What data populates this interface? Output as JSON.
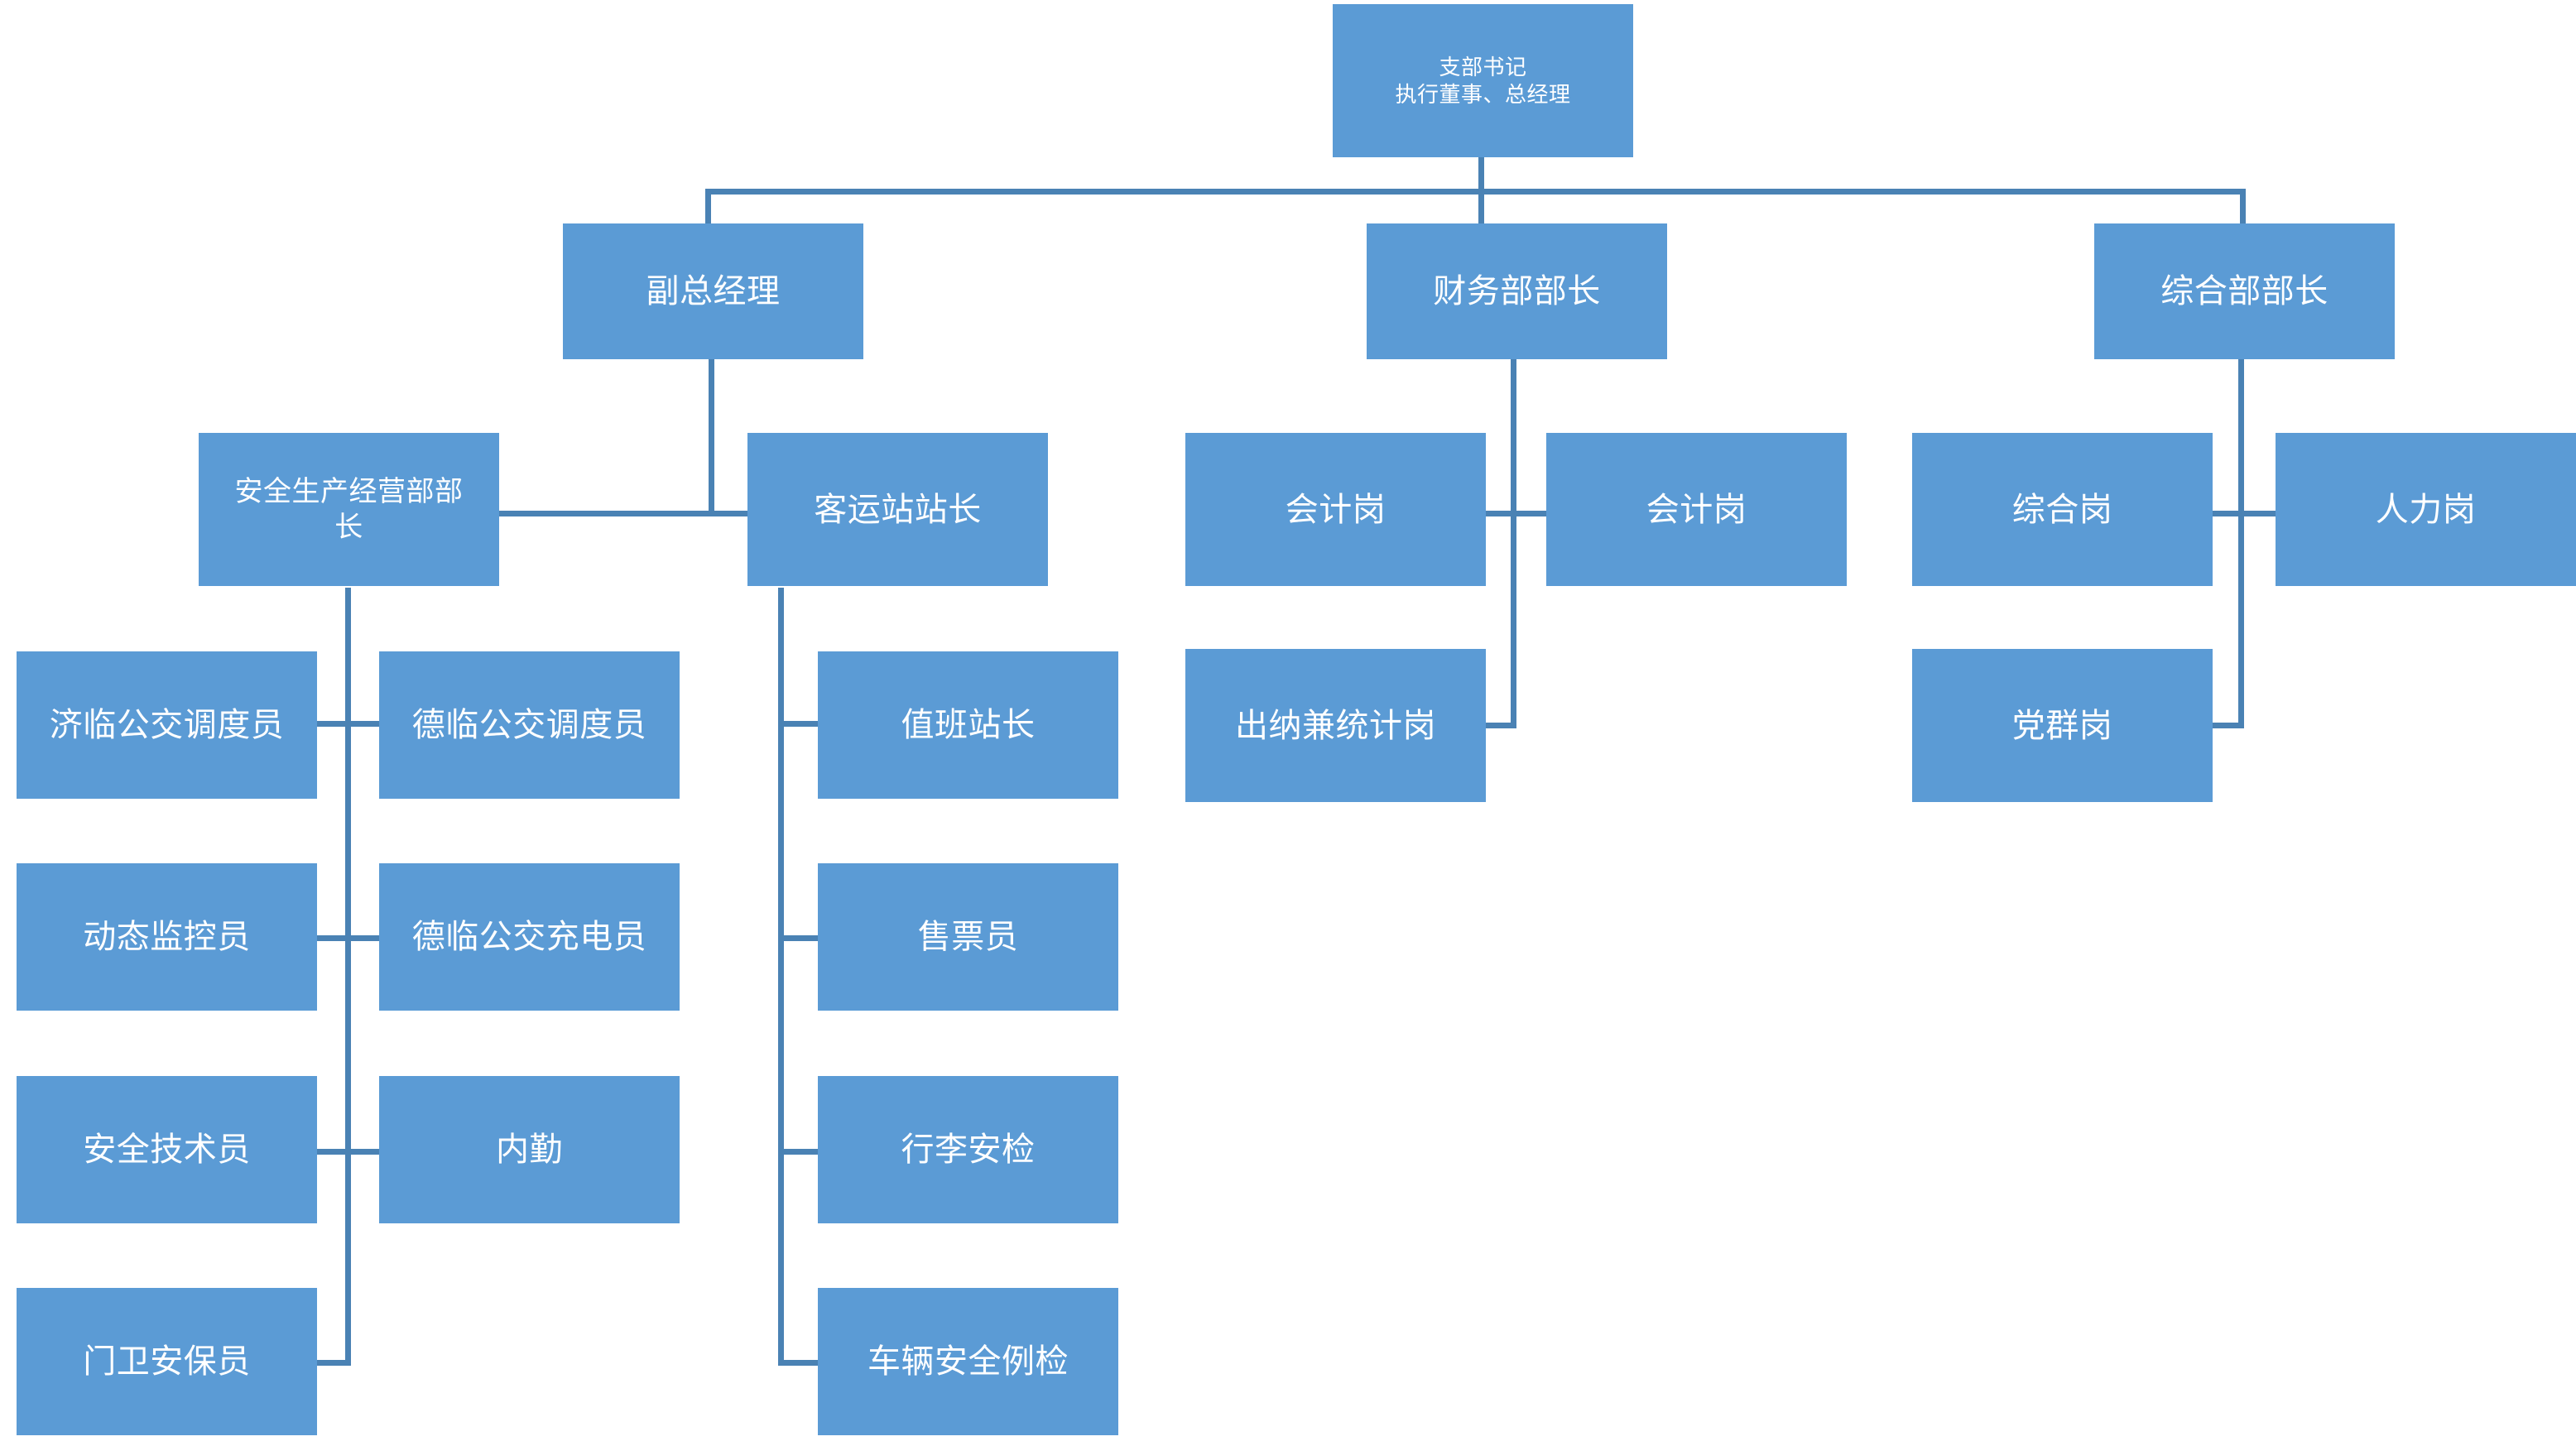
{
  "chart_data": {
    "type": "diagram",
    "diagram_kind": "organization-chart",
    "title": "",
    "colors": {
      "node_fill": "#5B9BD5",
      "node_text": "#FFFFFF",
      "connector": "#4A82B4",
      "background": "#FFFFFF"
    },
    "nodes": [
      {
        "id": "root",
        "label_line1": "支部书记",
        "label_line2": "执行董事、总经理",
        "level": 0
      },
      {
        "id": "vgm",
        "label_line1": "副总经理",
        "label_line2": "",
        "level": 1
      },
      {
        "id": "finance",
        "label_line1": "财务部部长",
        "label_line2": "",
        "level": 1
      },
      {
        "id": "general",
        "label_line1": "综合部部长",
        "label_line2": "",
        "level": 1
      },
      {
        "id": "safety",
        "label_line1": "安全生产经营部部",
        "label_line2": "长",
        "level": 2
      },
      {
        "id": "station",
        "label_line1": "客运站站长",
        "label_line2": "",
        "level": 2
      },
      {
        "id": "acct1",
        "label_line1": "会计岗",
        "label_line2": "",
        "level": 2
      },
      {
        "id": "acct2",
        "label_line1": "会计岗",
        "label_line2": "",
        "level": 2
      },
      {
        "id": "compre",
        "label_line1": "综合岗",
        "label_line2": "",
        "level": 2
      },
      {
        "id": "hr",
        "label_line1": "人力岗",
        "label_line2": "",
        "level": 2
      },
      {
        "id": "cashier",
        "label_line1": "出纳兼统计岗",
        "label_line2": "",
        "level": 3
      },
      {
        "id": "party",
        "label_line1": "党群岗",
        "label_line2": "",
        "level": 3
      },
      {
        "id": "jilin_disp",
        "label_line1": "济临公交调度员",
        "label_line2": "",
        "level": 3
      },
      {
        "id": "delin_disp",
        "label_line1": "德临公交调度员",
        "label_line2": "",
        "level": 3
      },
      {
        "id": "monitor",
        "label_line1": "动态监控员",
        "label_line2": "",
        "level": 3
      },
      {
        "id": "delin_chg",
        "label_line1": "德临公交充电员",
        "label_line2": "",
        "level": 3
      },
      {
        "id": "safety_tech",
        "label_line1": "安全技术员",
        "label_line2": "",
        "level": 3
      },
      {
        "id": "office",
        "label_line1": "内勤",
        "label_line2": "",
        "level": 3
      },
      {
        "id": "guard",
        "label_line1": "门卫安保员",
        "label_line2": "",
        "level": 3
      },
      {
        "id": "duty_chief",
        "label_line1": "值班站长",
        "label_line2": "",
        "level": 3
      },
      {
        "id": "ticket",
        "label_line1": "售票员",
        "label_line2": "",
        "level": 3
      },
      {
        "id": "baggage",
        "label_line1": "行李安检",
        "label_line2": "",
        "level": 3
      },
      {
        "id": "veh_check",
        "label_line1": "车辆安全例检",
        "label_line2": "",
        "level": 3
      }
    ],
    "edges": [
      {
        "from": "root",
        "to": "vgm"
      },
      {
        "from": "root",
        "to": "finance"
      },
      {
        "from": "root",
        "to": "general"
      },
      {
        "from": "vgm",
        "to": "safety"
      },
      {
        "from": "vgm",
        "to": "station"
      },
      {
        "from": "finance",
        "to": "acct1"
      },
      {
        "from": "finance",
        "to": "acct2"
      },
      {
        "from": "finance",
        "to": "cashier"
      },
      {
        "from": "general",
        "to": "compre"
      },
      {
        "from": "general",
        "to": "hr"
      },
      {
        "from": "general",
        "to": "party"
      },
      {
        "from": "safety",
        "to": "jilin_disp"
      },
      {
        "from": "safety",
        "to": "delin_disp"
      },
      {
        "from": "safety",
        "to": "monitor"
      },
      {
        "from": "safety",
        "to": "delin_chg"
      },
      {
        "from": "safety",
        "to": "safety_tech"
      },
      {
        "from": "safety",
        "to": "office"
      },
      {
        "from": "safety",
        "to": "guard"
      },
      {
        "from": "station",
        "to": "duty_chief"
      },
      {
        "from": "station",
        "to": "ticket"
      },
      {
        "from": "station",
        "to": "baggage"
      },
      {
        "from": "station",
        "to": "veh_check"
      }
    ]
  }
}
